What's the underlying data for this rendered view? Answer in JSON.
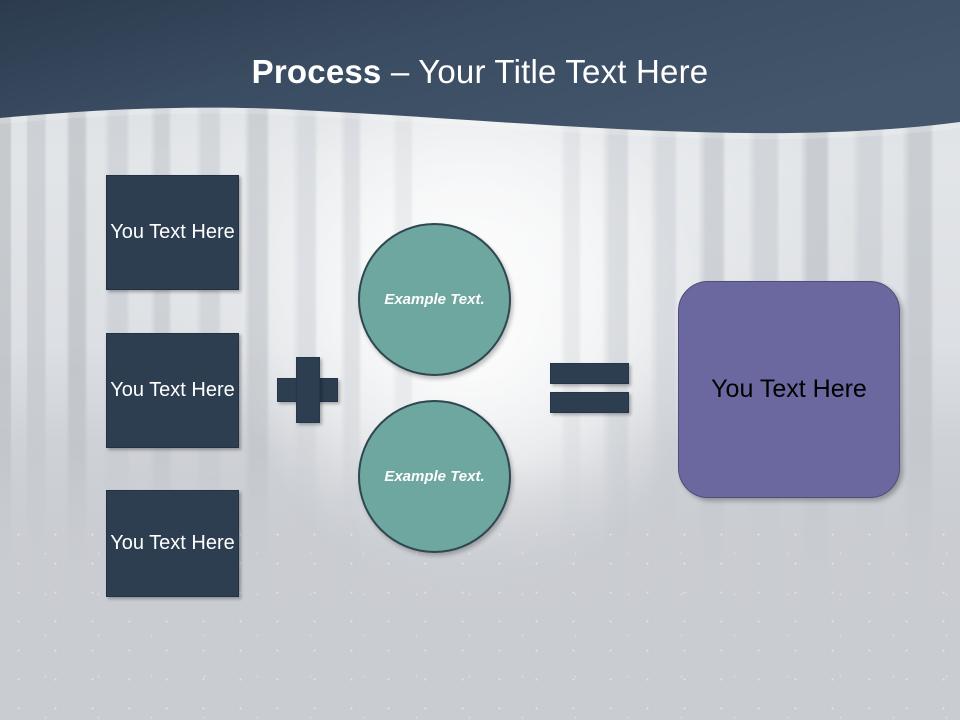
{
  "slide": {
    "title_bold": "Process",
    "title_separator": " – ",
    "title_rest": "Your Title Text Here",
    "background_description": "misty-winter-forest-photo"
  },
  "colors": {
    "header_dark": "#2d3c4f",
    "header_light": "#415369",
    "dark_box": "#2d3e50",
    "circle_teal": "#6ea6a0",
    "circle_border": "#2f4750",
    "result_purple": "#6b68a0",
    "operator": "#2d3e50",
    "title_text": "#ffffff",
    "result_text": "#000000"
  },
  "inputs": {
    "boxes": [
      {
        "label": "You Text Here"
      },
      {
        "label": "You Text Here"
      },
      {
        "label": "You Text Here"
      }
    ]
  },
  "operators": {
    "plus": "+",
    "equals": "="
  },
  "circles": [
    {
      "label": "Example Text."
    },
    {
      "label": "Example Text."
    }
  ],
  "result": {
    "label": "You Text Here"
  }
}
